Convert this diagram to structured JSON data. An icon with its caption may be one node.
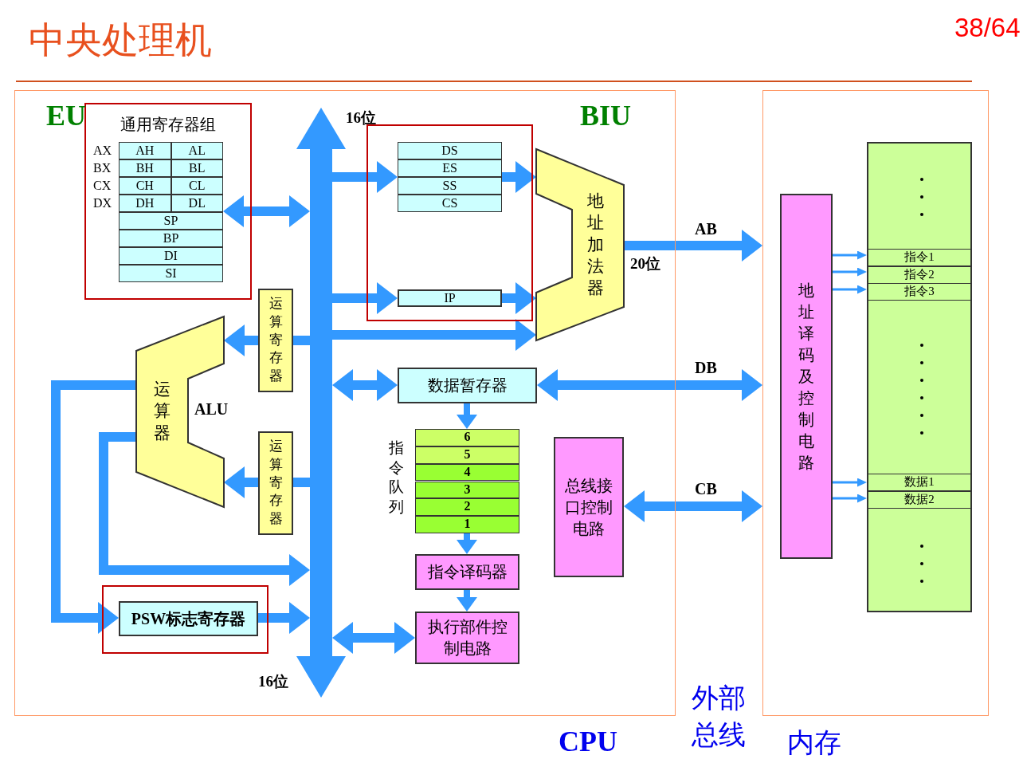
{
  "diagram": {
    "title": "中央处理机",
    "nodes": [
      {
        "text": [
          "CPU"
        ]
      },
      {
        "text": [
          "内存"
        ]
      },
      {
        "text": [
          "通用寄存器组"
        ],
        "in": 0
      },
      {
        "text": [
          "AH",
          "AL",
          "BH",
          "BL",
          "CH",
          "CL",
          "DH",
          "DL",
          "SP",
          "BP",
          "DI",
          "SI"
        ],
        "beside": [
          "AX",
          "BX",
          "CX",
          "DX"
        ],
        "in": 2
      },
      {
        "text": [],
        "shape": "bar",
        "in": 0
      },
      {
        "text": [],
        "shape": "box",
        "in": 0
      },
      {
        "text": [
          "DS",
          "ES",
          "SS",
          "CS"
        ],
        "in": 5
      },
      {
        "text": [
          "IP"
        ],
        "in": 5
      },
      {
        "text": [
          "地址加法器"
        ],
        "in": 0
      },
      {
        "text": [
          "运算寄存器"
        ],
        "in": 0
      },
      {
        "text": [
          "运算寄存器"
        ],
        "in": 0
      },
      {
        "text": [
          "运算器"
        ],
        "beside": [
          "ALU"
        ],
        "in": 0
      },
      {
        "text": [
          "数据暂存器"
        ],
        "in": 0
      },
      {
        "text": [
          "6",
          "5",
          "4",
          "3",
          "2",
          "1"
        ],
        "beside": [
          "指令队列"
        ],
        "in": 0
      },
      {
        "text": [
          "指令译码器"
        ],
        "in": 0
      },
      {
        "text": [
          "执行部件控制电路"
        ],
        "in": 0
      },
      {
        "text": [
          "总线接口控制电路"
        ],
        "in": 0
      },
      {
        "text": [],
        "shape": "box",
        "in": 0
      },
      {
        "text": [
          "PSW标志寄存器"
        ],
        "in": 17
      },
      {
        "text": [
          "地址译码及控制电路"
        ],
        "in": 1
      },
      {
        "text": [
          "指令1",
          "指令2",
          "指令3",
          "数据1",
          "数据2"
        ],
        "in": 1
      }
    ],
    "edges": [
      {
        "from": 3,
        "to": 4,
        "arrow": "both"
      },
      {
        "from": 4,
        "to": 6,
        "arrow": "to"
      },
      {
        "from": 6,
        "to": 8,
        "arrow": "to"
      },
      {
        "from": 4,
        "to": 7,
        "arrow": "to"
      },
      {
        "from": 7,
        "to": 8,
        "arrow": "to"
      },
      {
        "from": 4,
        "to": 8,
        "arrow": "to"
      },
      {
        "from": 4,
        "to": 9,
        "arrow": "none"
      },
      {
        "from": 9,
        "to": 11,
        "arrow": "to"
      },
      {
        "from": 4,
        "to": 10,
        "arrow": "none"
      },
      {
        "from": 10,
        "to": 11,
        "arrow": "to"
      },
      {
        "from": 11,
        "to": 18,
        "arrow": "to"
      },
      {
        "from": 11,
        "to": 4,
        "arrow": "to"
      },
      {
        "from": 18,
        "to": 4,
        "arrow": "to"
      },
      {
        "from": 4,
        "to": 12,
        "arrow": "both"
      },
      {
        "from": 12,
        "to": 13,
        "arrow": "to"
      },
      {
        "from": 13,
        "to": 14,
        "arrow": "to"
      },
      {
        "from": 14,
        "to": 15,
        "arrow": "to"
      },
      {
        "from": 4,
        "to": 15,
        "arrow": "both"
      },
      {
        "from": 8,
        "to": 1,
        "arrow": "to",
        "label": "AB"
      },
      {
        "from": 12,
        "to": 1,
        "arrow": "both",
        "label": "DB"
      },
      {
        "from": 16,
        "to": 1,
        "arrow": "both",
        "label": "CB"
      },
      {
        "from": 19,
        "to": 20,
        "arrow": "to"
      },
      {
        "from": 19,
        "to": 20,
        "arrow": "to"
      },
      {
        "from": 19,
        "to": 20,
        "arrow": "to"
      },
      {
        "from": 19,
        "to": 20,
        "arrow": "to"
      },
      {
        "from": 19,
        "to": 20,
        "arrow": "to"
      }
    ],
    "labels": [
      "38/64",
      "EU",
      "16位",
      "BIU",
      "20位",
      "16位",
      "外部总线"
    ]
  }
}
